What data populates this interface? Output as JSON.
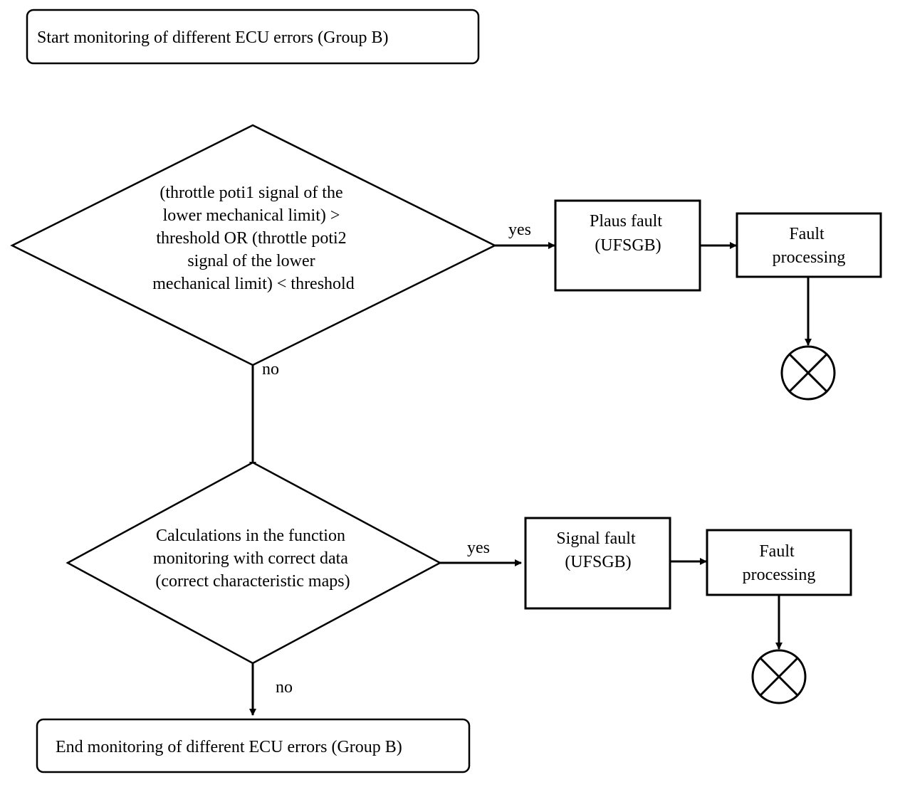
{
  "start": {
    "text": "Start monitoring of different ECU errors (Group B)"
  },
  "decision1": {
    "lines": [
      "(throttle poti1 signal of the",
      "lower mechanical limit) >",
      "threshold OR (throttle poti2",
      "signal of the lower",
      "mechanical limit) < threshold"
    ],
    "yes_label": "yes",
    "no_label": "no"
  },
  "plaus_fault": {
    "lines": [
      "Plaus fault",
      "(UFSGB)"
    ]
  },
  "fault_processing_1": {
    "lines": [
      "Fault",
      "processing"
    ]
  },
  "decision2": {
    "lines": [
      "Calculations in the function",
      "monitoring with correct data",
      "(correct characteristic maps)"
    ],
    "yes_label": "yes",
    "no_label": "no"
  },
  "signal_fault": {
    "lines": [
      "Signal fault",
      "(UFSGB)"
    ]
  },
  "fault_processing_2": {
    "lines": [
      "Fault",
      "processing"
    ]
  },
  "end": {
    "text": "End monitoring of different ECU errors (Group B)"
  }
}
